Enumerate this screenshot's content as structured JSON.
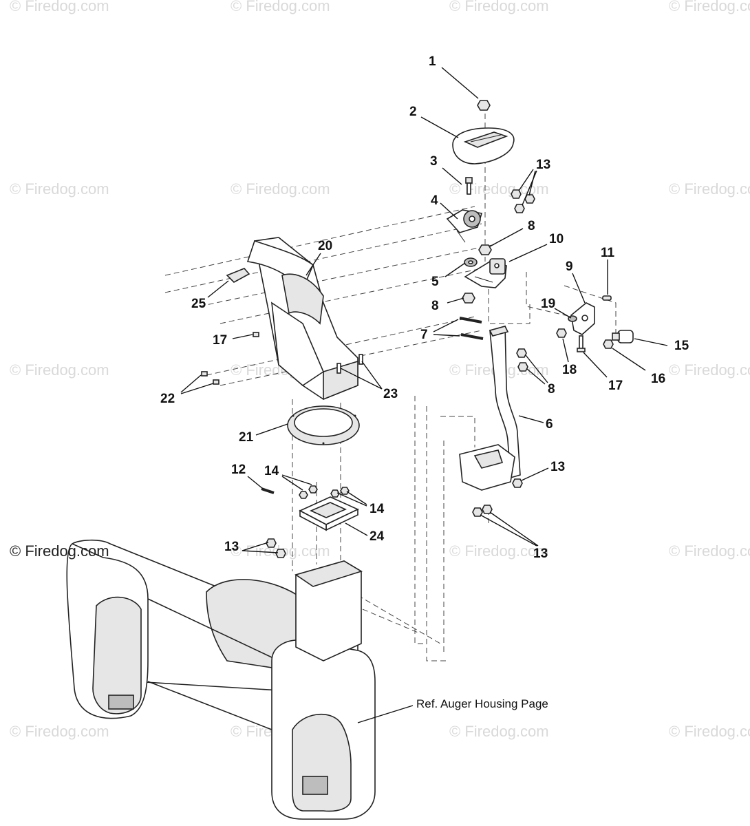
{
  "watermarks": {
    "text": "© Firedog.com",
    "emphasized": "© Firedog.com"
  },
  "callouts": [
    "1",
    "2",
    "3",
    "4",
    "5",
    "6",
    "7",
    "8",
    "8",
    "8",
    "9",
    "10",
    "11",
    "12",
    "13",
    "13",
    "13",
    "13",
    "14",
    "14",
    "15",
    "16",
    "17",
    "17",
    "18",
    "19",
    "20",
    "21",
    "22",
    "23",
    "24",
    "25"
  ],
  "labels": {
    "c1": "1",
    "c2": "2",
    "c3": "3",
    "c4": "4",
    "c5": "5",
    "c6": "6",
    "c7": "7",
    "c8a": "8",
    "c8b": "8",
    "c8c": "8",
    "c9": "9",
    "c10": "10",
    "c11": "11",
    "c12": "12",
    "c13a": "13",
    "c13b": "13",
    "c13c": "13",
    "c13d": "13",
    "c14a": "14",
    "c14b": "14",
    "c15": "15",
    "c16": "16",
    "c17a": "17",
    "c17b": "17",
    "c18": "18",
    "c19": "19",
    "c20": "20",
    "c21": "21",
    "c22": "22",
    "c23": "23",
    "c24": "24",
    "c25": "25"
  },
  "reference_note": "Ref. Auger Housing Page"
}
